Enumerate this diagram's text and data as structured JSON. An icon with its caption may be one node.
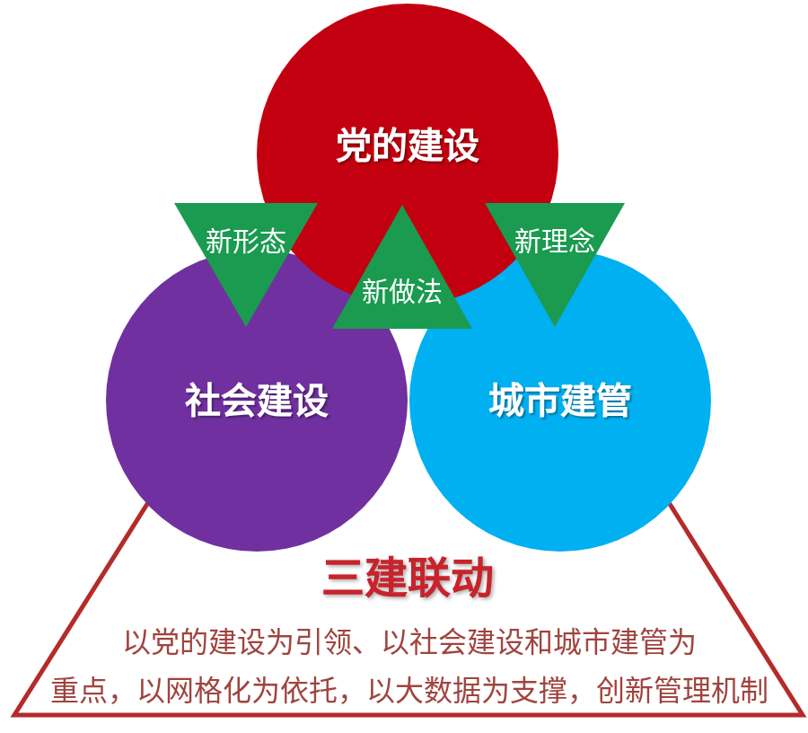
{
  "diagram": {
    "nodes": [
      {
        "text": [
          "党的建设"
        ]
      },
      {
        "text": [
          "新形态"
        ]
      },
      {
        "text": [
          "新理念"
        ]
      },
      {
        "text": [
          "新做法"
        ]
      },
      {
        "text": [
          "社会建设"
        ]
      },
      {
        "text": [
          "城市建管"
        ]
      },
      {
        "text": [
          "三建联动",
          "以党的建设为引领、以社会建设和城市建管为重点，以网格化为依托，以大数据为支撑，创新管理机制"
        ]
      }
    ]
  }
}
